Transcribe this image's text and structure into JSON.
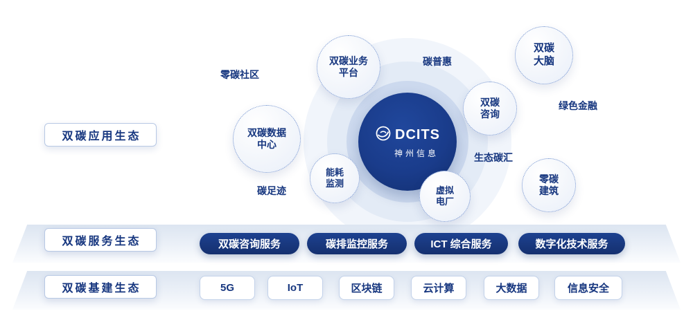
{
  "colors": {
    "navy": "#16367F",
    "pill_navy": "#15306F",
    "ring_inner": "#CCD9EE",
    "band": "#DCE5F1",
    "dotted_border": "#6E8FCE"
  },
  "center": {
    "logo_text": "DCITS",
    "logo_subtext": "神州信息"
  },
  "ecosystem_labels": {
    "application": "双碳应用生态",
    "service": "双碳服务生态",
    "infrastructure": "双碳基建生态"
  },
  "bubbles": [
    {
      "label": "双碳业务\n平台"
    },
    {
      "label": "双碳\n大脑"
    },
    {
      "label": "双碳\n咨询"
    },
    {
      "label": "双碳数据\n中心"
    },
    {
      "label": "能耗\n监测"
    },
    {
      "label": "虚拟\n电厂"
    },
    {
      "label": "零碳\n建筑"
    }
  ],
  "orbit_tags": [
    {
      "label": "零碳社区"
    },
    {
      "label": "碳普惠"
    },
    {
      "label": "绿色金融"
    },
    {
      "label": "生态碳汇"
    },
    {
      "label": "碳足迹"
    }
  ],
  "services": [
    {
      "label": "双碳咨询服务"
    },
    {
      "label": "碳排监控服务"
    },
    {
      "label": "ICT 综合服务"
    },
    {
      "label": "数字化技术服务"
    }
  ],
  "infrastructure": [
    {
      "label": "5G"
    },
    {
      "label": "IoT"
    },
    {
      "label": "区块链"
    },
    {
      "label": "云计算"
    },
    {
      "label": "大数据"
    },
    {
      "label": "信息安全"
    }
  ]
}
